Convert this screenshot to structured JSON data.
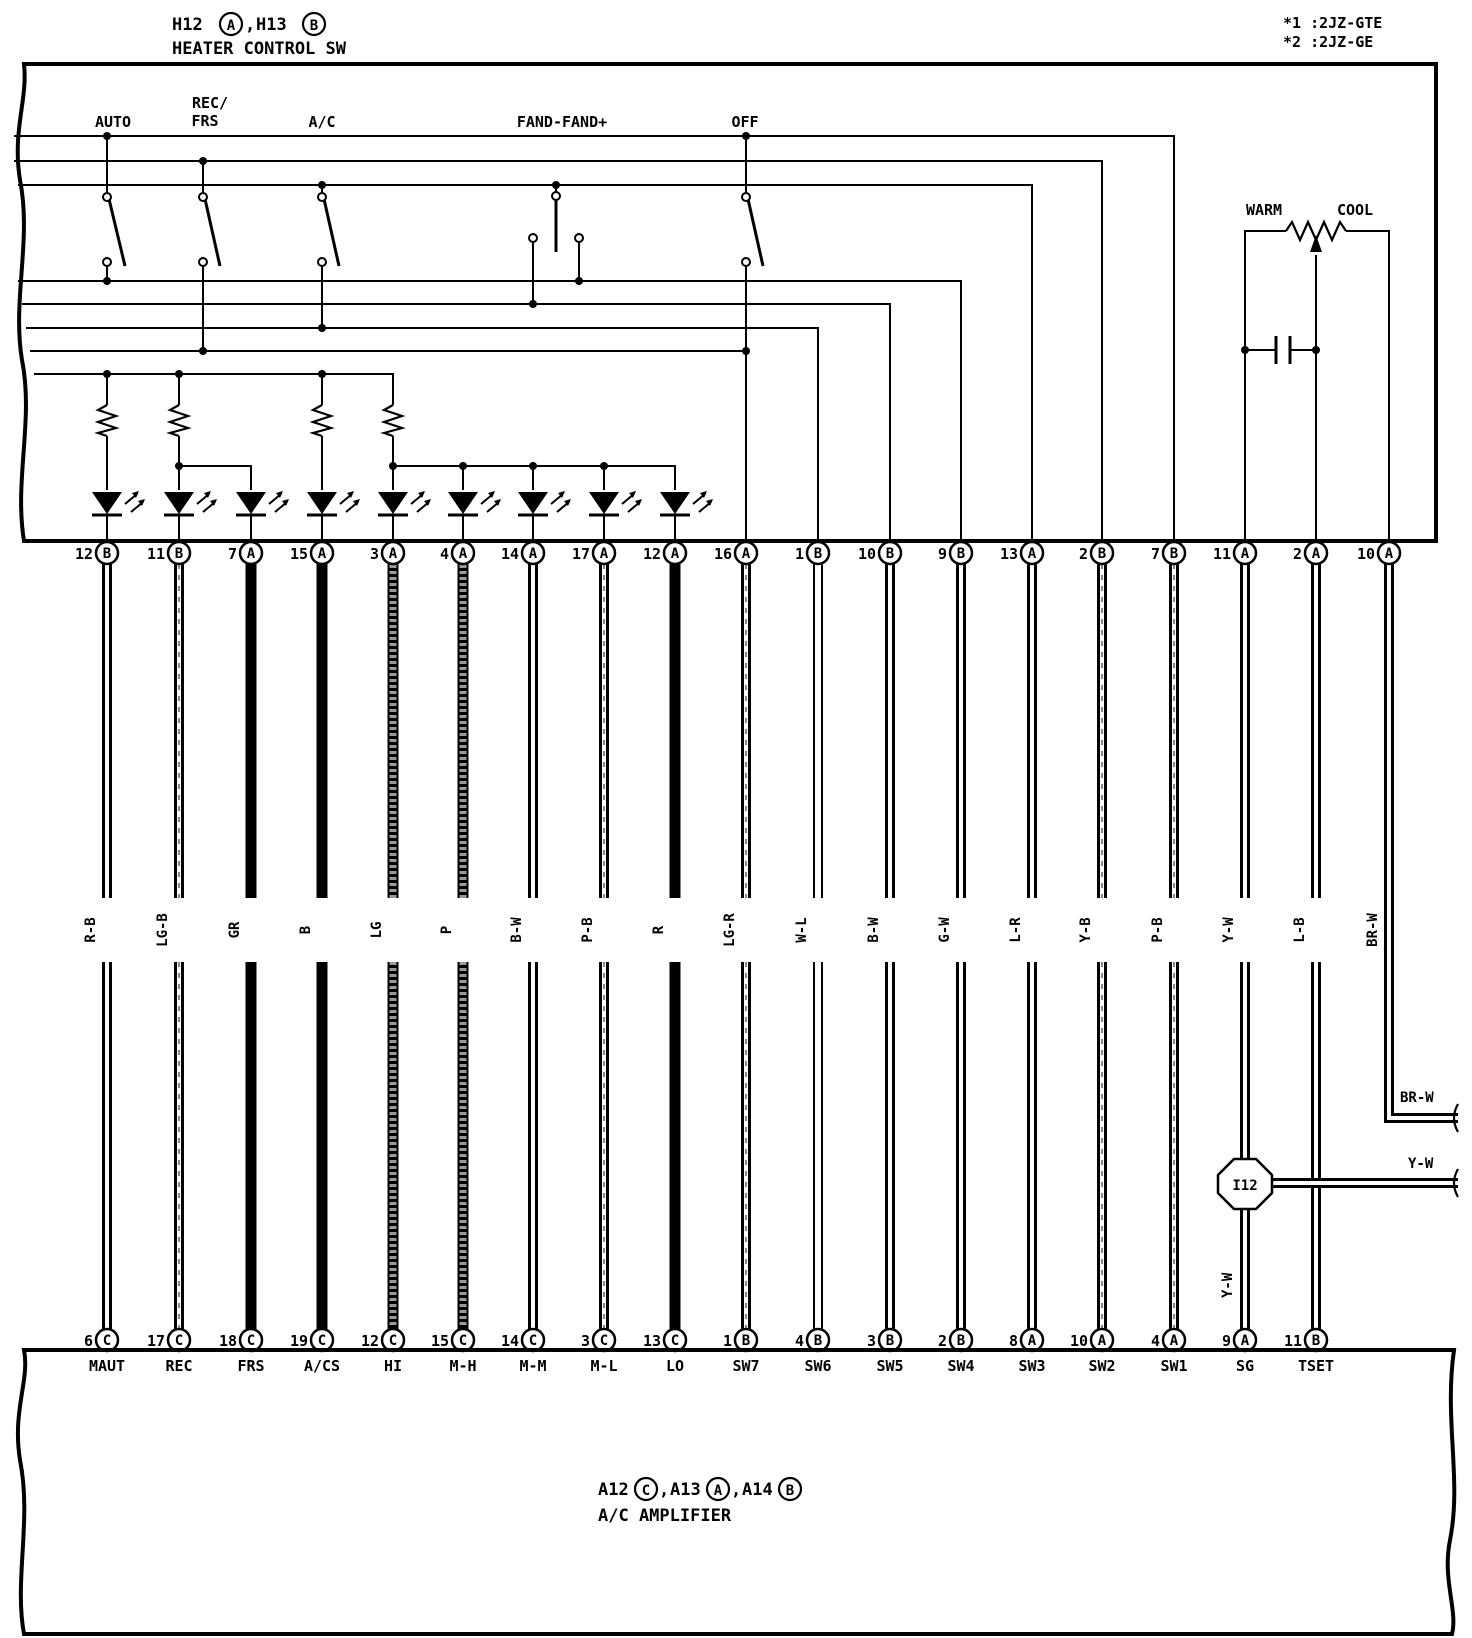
{
  "heater_switch": {
    "title_code_1": "H12",
    "title_badge_1": "A",
    "title_code_2": "H13",
    "title_badge_2": "B",
    "title": "HEATER CONTROL SW"
  },
  "notes": {
    "line1": "*1 :2JZ-GTE",
    "line2": "*2 :2JZ-GE"
  },
  "switches": {
    "auto": "AUTO",
    "rec_1": "REC/",
    "rec_2": "FRS",
    "ac": "A/C",
    "fan": "FAND-FAND+",
    "off": "OFF"
  },
  "pot": {
    "warm": "WARM",
    "cool": "COOL"
  },
  "columns": [
    {
      "pin_top": "12",
      "conn_top": "B",
      "wire": "R-B",
      "pin_bot": "6",
      "conn_bot": "C",
      "signal": "MAUT"
    },
    {
      "pin_top": "11",
      "conn_top": "B",
      "wire": "LG-B",
      "pin_bot": "17",
      "conn_bot": "C",
      "signal": "REC"
    },
    {
      "pin_top": "7",
      "conn_top": "A",
      "wire": "GR",
      "pin_bot": "18",
      "conn_bot": "C",
      "signal": "FRS"
    },
    {
      "pin_top": "15",
      "conn_top": "A",
      "wire": "B",
      "pin_bot": "19",
      "conn_bot": "C",
      "signal": "A/CS"
    },
    {
      "pin_top": "3",
      "conn_top": "A",
      "wire": "LG",
      "pin_bot": "12",
      "conn_bot": "C",
      "signal": "HI"
    },
    {
      "pin_top": "4",
      "conn_top": "A",
      "wire": "P",
      "pin_bot": "15",
      "conn_bot": "C",
      "signal": "M-H"
    },
    {
      "pin_top": "14",
      "conn_top": "A",
      "wire": "B-W",
      "pin_bot": "14",
      "conn_bot": "C",
      "signal": "M-M"
    },
    {
      "pin_top": "17",
      "conn_top": "A",
      "wire": "P-B",
      "pin_bot": "3",
      "conn_bot": "C",
      "signal": "M-L"
    },
    {
      "pin_top": "12",
      "conn_top": "A",
      "wire": "R",
      "pin_bot": "13",
      "conn_bot": "C",
      "signal": "LO"
    },
    {
      "pin_top": "16",
      "conn_top": "A",
      "wire": "LG-R",
      "pin_bot": "1",
      "conn_bot": "B",
      "signal": "SW7"
    },
    {
      "pin_top": "1",
      "conn_top": "B",
      "wire": "W-L",
      "pin_bot": "4",
      "conn_bot": "B",
      "signal": "SW6"
    },
    {
      "pin_top": "10",
      "conn_top": "B",
      "wire": "B-W",
      "pin_bot": "3",
      "conn_bot": "B",
      "signal": "SW5"
    },
    {
      "pin_top": "9",
      "conn_top": "B",
      "wire": "G-W",
      "pin_bot": "2",
      "conn_bot": "B",
      "signal": "SW4"
    },
    {
      "pin_top": "13",
      "conn_top": "A",
      "wire": "L-R",
      "pin_bot": "8",
      "conn_bot": "A",
      "signal": "SW3"
    },
    {
      "pin_top": "2",
      "conn_top": "B",
      "wire": "Y-B",
      "pin_bot": "10",
      "conn_bot": "A",
      "signal": "SW2"
    },
    {
      "pin_top": "7",
      "conn_top": "B",
      "wire": "P-B",
      "pin_bot": "4",
      "conn_bot": "A",
      "signal": "SW1"
    },
    {
      "pin_top": "11",
      "conn_top": "A",
      "wire": "Y-W",
      "pin_bot": "9",
      "conn_bot": "A",
      "signal": "SG"
    },
    {
      "pin_top": "2",
      "conn_top": "A",
      "wire": "L-B",
      "pin_bot": "11",
      "conn_bot": "B",
      "signal": "TSET"
    },
    {
      "pin_top": "10",
      "conn_top": "A",
      "wire": "BR-W",
      "pin_bot": "",
      "conn_bot": "",
      "signal": ""
    }
  ],
  "side_wires": {
    "brw": "BR-W",
    "yw_right": "Y-W",
    "yw_down": "Y-W",
    "junction": "I12"
  },
  "amplifier": {
    "code_1": "A12",
    "badge_1": "C",
    "code_2": "A13",
    "badge_2": "A",
    "code_3": "A14",
    "badge_3": "B",
    "title": "A/C AMPLIFIER"
  }
}
